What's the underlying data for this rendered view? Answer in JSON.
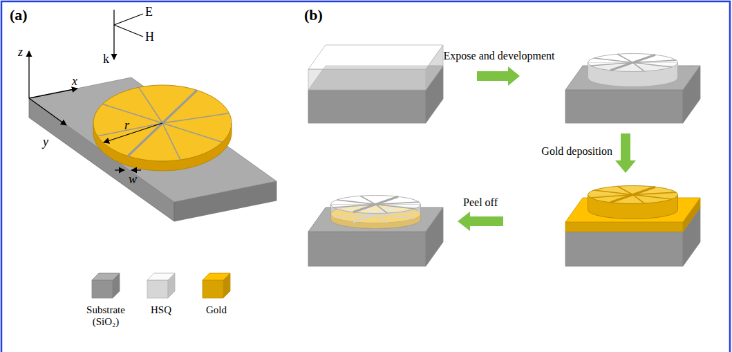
{
  "diagram": {
    "labels": [
      "(a)",
      "E",
      "H",
      "k",
      "z",
      "x",
      "y",
      "r",
      "w",
      "(b)",
      "Expose and development",
      "Gold deposition",
      "Peel off"
    ],
    "legend": [
      {
        "text": "Substrate (SiO₂)",
        "color": "#a6a6a6"
      },
      {
        "text": "HSQ",
        "color": "#eeeeee"
      },
      {
        "text": "Gold",
        "color": "#f5b700"
      }
    ]
  }
}
